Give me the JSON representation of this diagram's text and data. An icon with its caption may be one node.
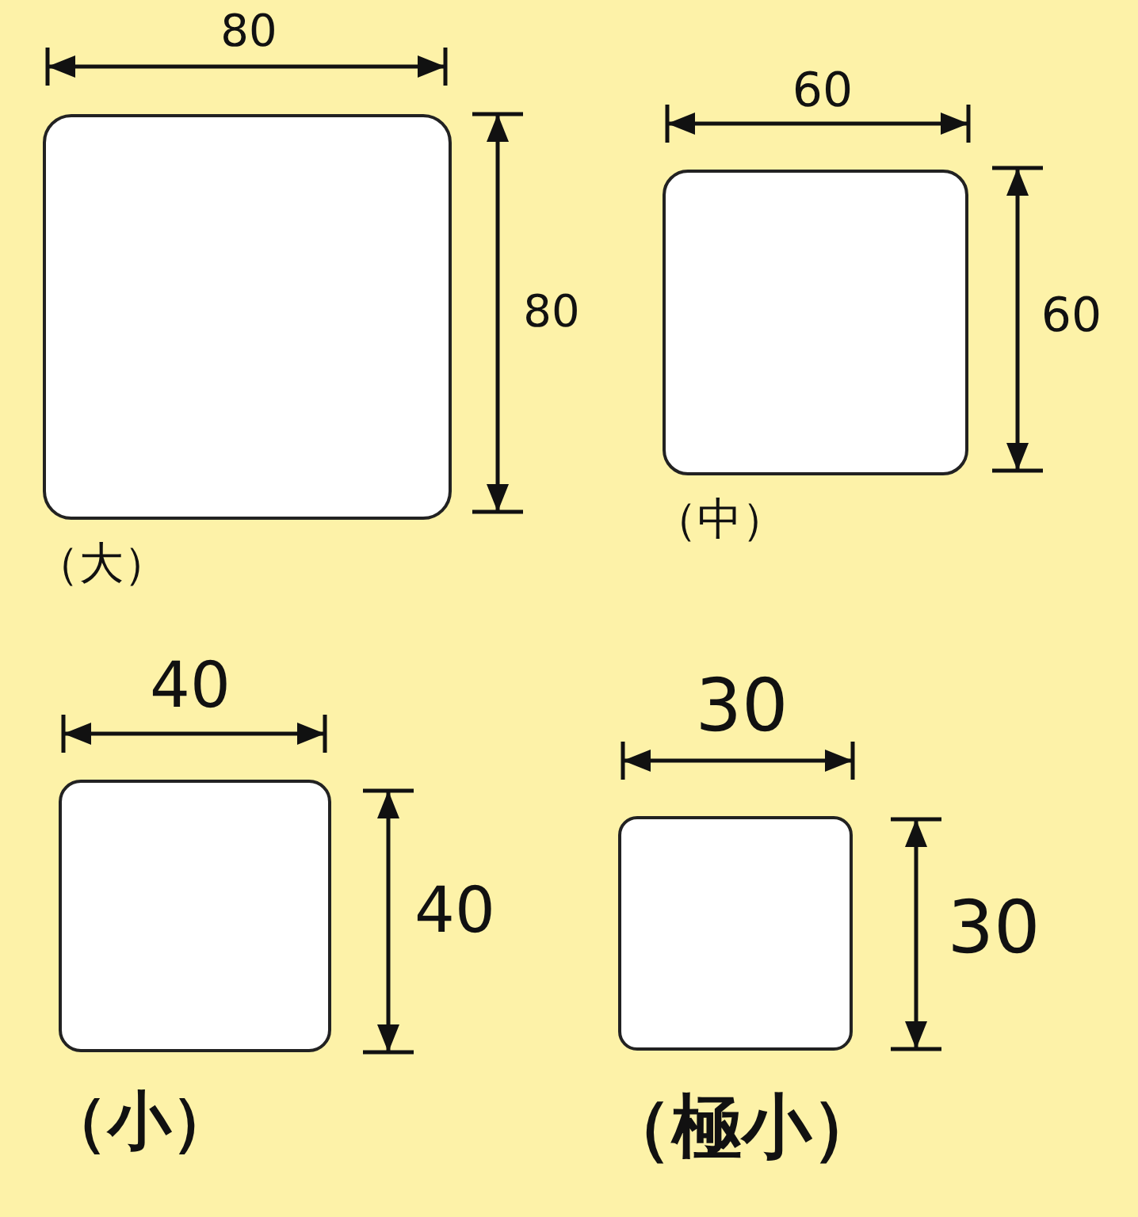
{
  "diagram": {
    "nodes": [
      {
        "text": [],
        "shape": "box",
        "beside": [
          "（大）"
        ]
      },
      {
        "text": [],
        "shape": "box",
        "beside": [
          "（中）"
        ]
      },
      {
        "text": [],
        "shape": "box",
        "beside": [
          "（小）"
        ]
      },
      {
        "text": [],
        "shape": "box",
        "beside": [
          "（極小）"
        ]
      }
    ],
    "labels": [
      "80",
      "80",
      "60",
      "60",
      "40",
      "40",
      "30",
      "30"
    ]
  }
}
